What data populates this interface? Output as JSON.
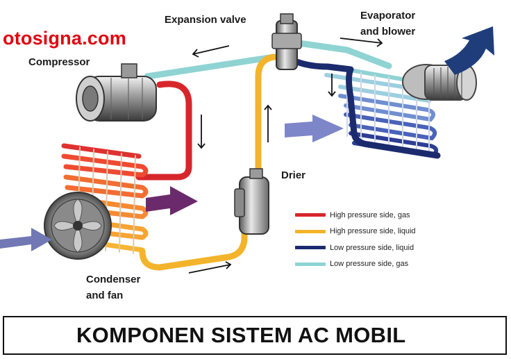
{
  "watermark": "otosigna.com",
  "labels": {
    "expansion_valve": "Expansion valve",
    "evaporator_line1": "Evaporator",
    "evaporator_line2": "and blower",
    "compressor": "Compressor",
    "drier": "Drier",
    "condenser_line1": "Condenser",
    "condenser_line2": "and fan"
  },
  "legend": [
    {
      "label": "High pressure side, gas",
      "color": "#d7262b"
    },
    {
      "label": "High pressure side, liquid",
      "color": "#f3b42b"
    },
    {
      "label": "Low pressure side, liquid",
      "color": "#1c2b6e"
    },
    {
      "label": "Low pressure side, gas",
      "color": "#8fd3d3"
    }
  ],
  "footer_title": "KOMPONEN SISTEM AC MOBIL"
}
